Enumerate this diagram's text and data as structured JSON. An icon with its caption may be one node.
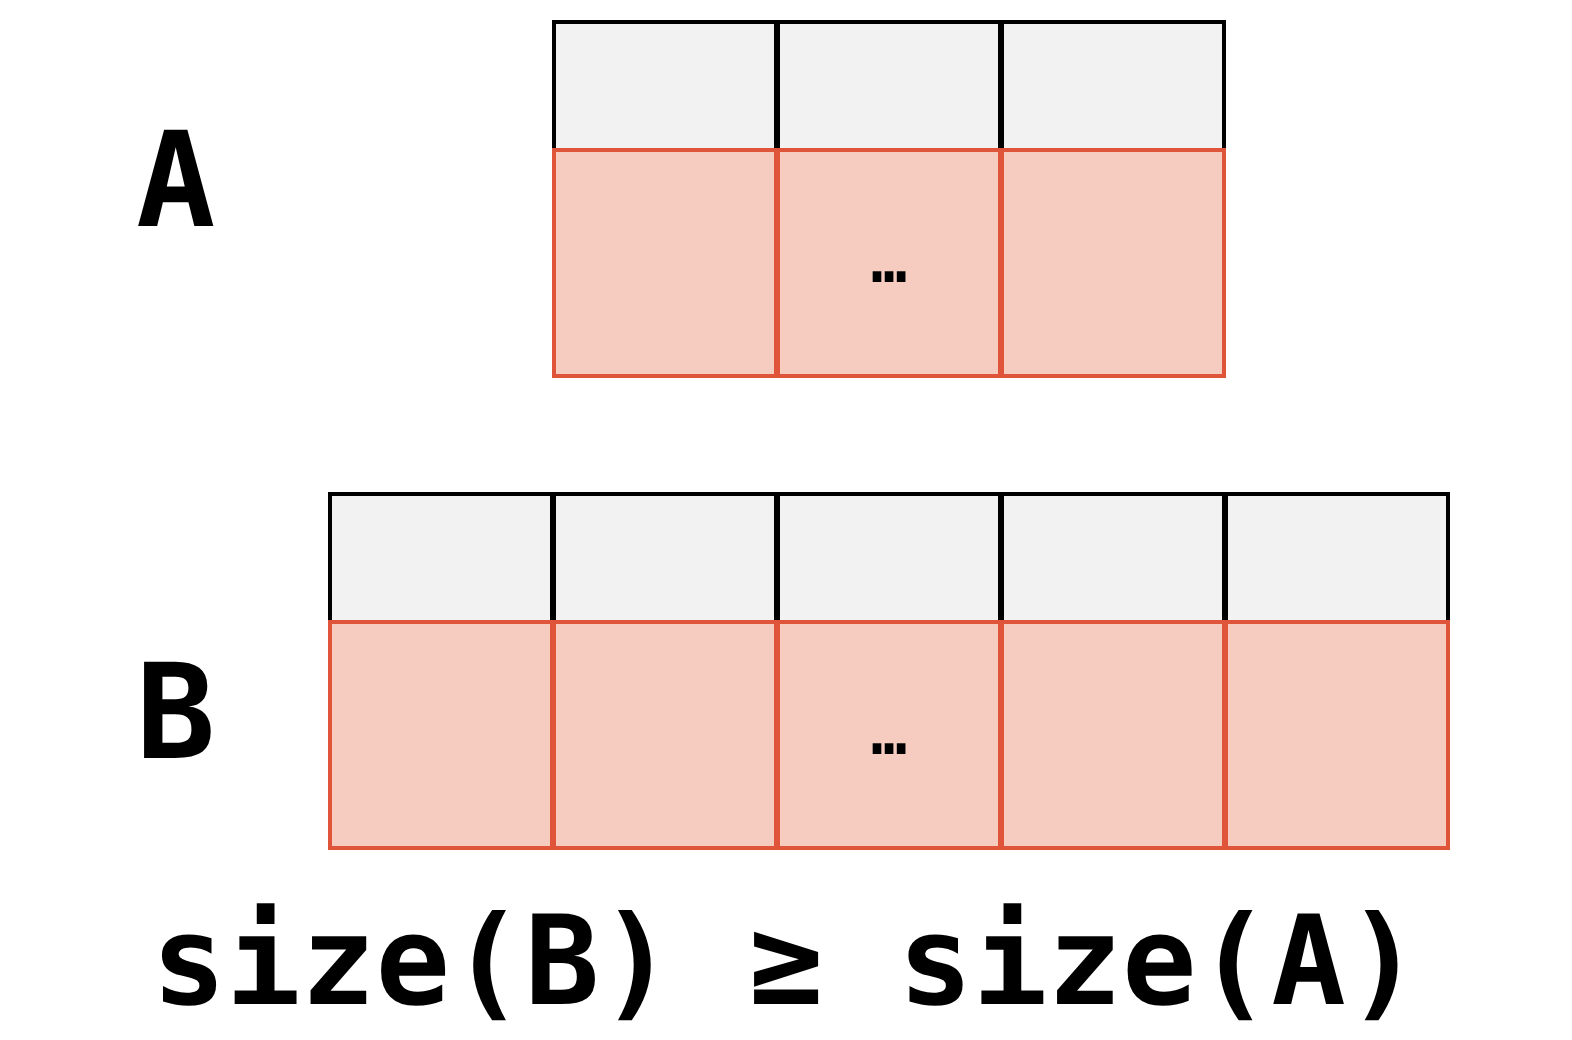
{
  "diagram": {
    "caption": "size(B) ≥ size(A)",
    "nodes": [
      {
        "text": [],
        "shape": "box"
      },
      {
        "text": [],
        "shape": "box"
      },
      {
        "text": [],
        "shape": "box"
      },
      {
        "text": [],
        "shape": "box"
      },
      {
        "text": [
          "…"
        ]
      },
      {
        "text": [],
        "shape": "box"
      },
      {
        "text": [],
        "shape": "box"
      },
      {
        "text": [],
        "shape": "box"
      },
      {
        "text": [],
        "shape": "box"
      },
      {
        "text": [],
        "shape": "box"
      },
      {
        "text": [],
        "shape": "box"
      },
      {
        "text": [],
        "shape": "box"
      },
      {
        "text": [],
        "shape": "box"
      },
      {
        "text": [
          "…"
        ]
      },
      {
        "text": [],
        "shape": "box"
      },
      {
        "text": [],
        "shape": "box"
      }
    ],
    "labels": [
      "A",
      "B"
    ]
  }
}
